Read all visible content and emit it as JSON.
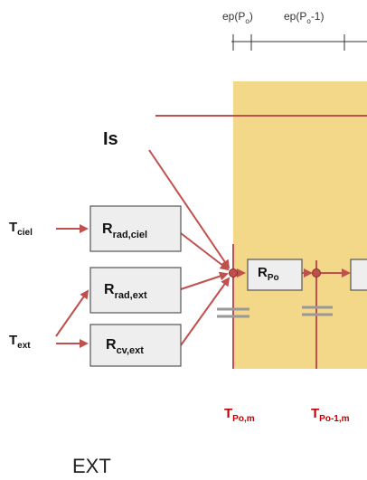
{
  "header": {
    "ep0": {
      "base": "ep(P",
      "sub": "o",
      "tail": ")"
    },
    "ep1": {
      "base": "ep(P",
      "sub": "o",
      "tail": "-1)"
    }
  },
  "labels": {
    "is": "Is",
    "t_ciel": {
      "base": "T",
      "sub": "ciel"
    },
    "t_ext": {
      "base": "T",
      "sub": "ext"
    },
    "r_rad_ciel": {
      "base": "R",
      "sub": "rad,ciel"
    },
    "r_rad_ext": {
      "base": "R",
      "sub": "rad,ext"
    },
    "r_cv_ext": {
      "base": "R",
      "sub": "cv,ext"
    },
    "r_po": {
      "base": "R",
      "sub": "Po"
    },
    "t_po_m": {
      "base": "T",
      "sub": "Po,m"
    },
    "t_po1_m": {
      "base": "T",
      "sub": "Po-1,m"
    },
    "ext": "EXT"
  },
  "colors": {
    "wall": "#f2d888",
    "arrow": "#c0504d",
    "red_text": "#c00000",
    "capacitor": "#999999"
  }
}
